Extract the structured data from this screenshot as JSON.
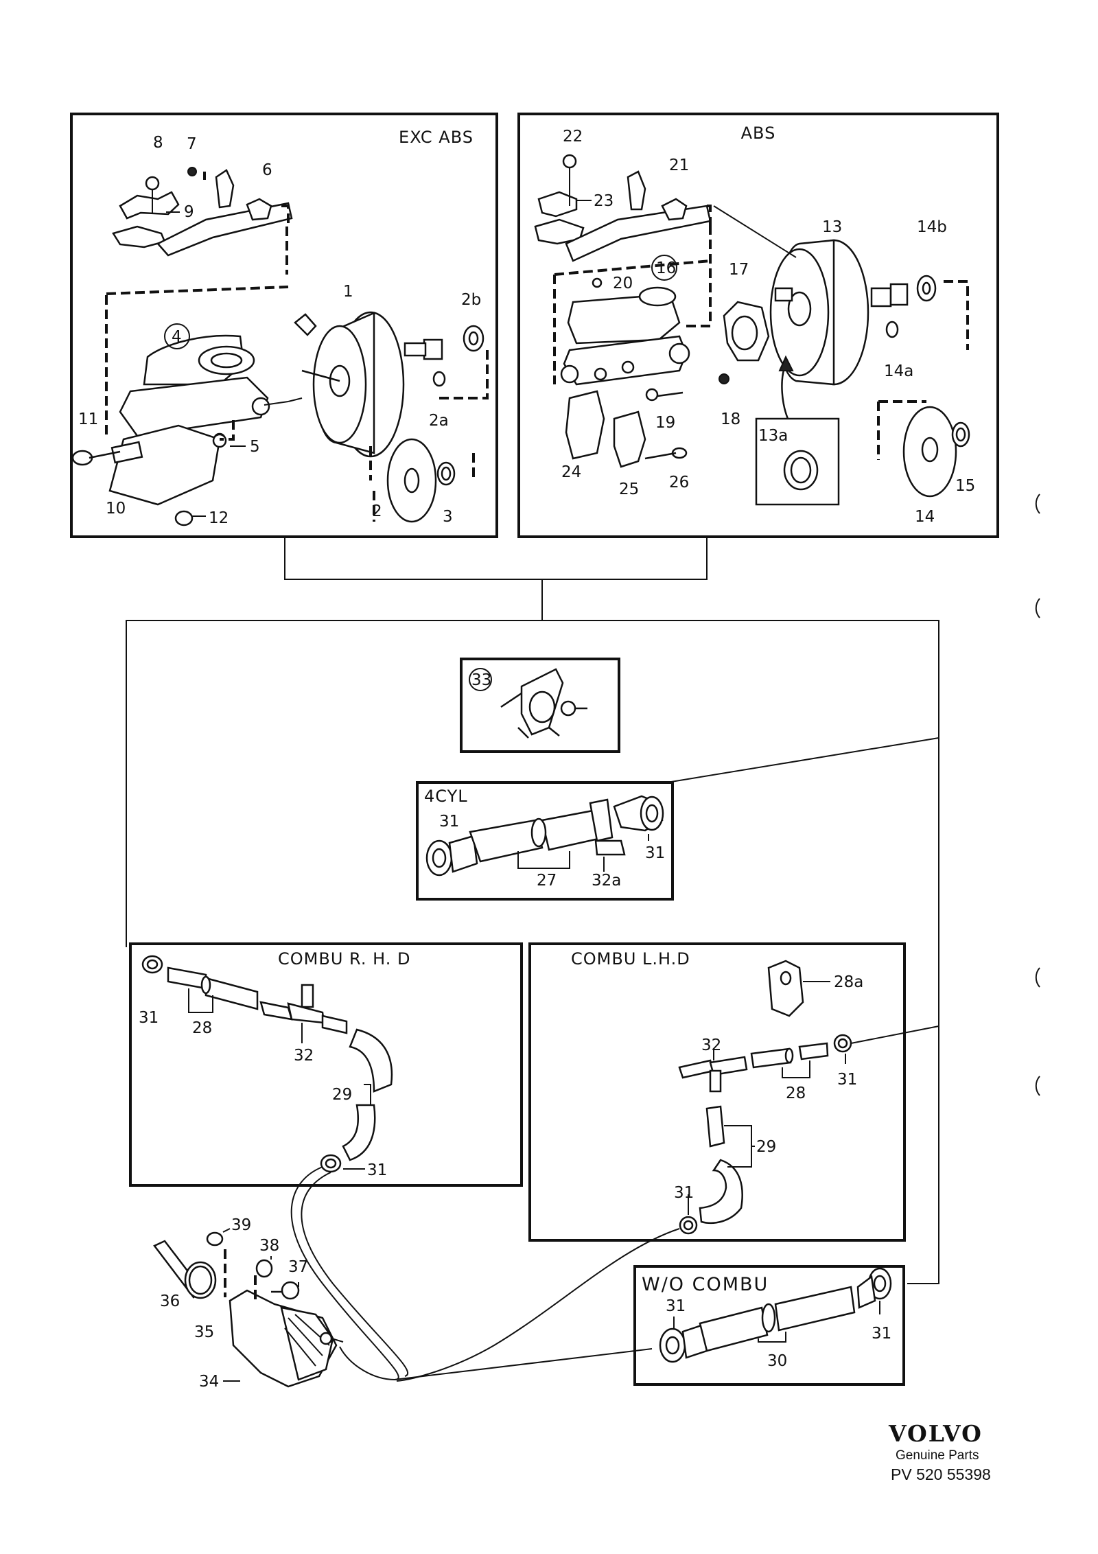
{
  "panels": {
    "exc_abs": "EXC ABS",
    "abs": "ABS",
    "four_cyl": "4CYL",
    "combu_rhd": "COMBU  R. H. D",
    "combu_lhd": "COMBU  L.H.D",
    "wo_combu": "W/O COMBU"
  },
  "labels": {
    "exc_abs": [
      "8",
      "7",
      "6",
      "9",
      "1",
      "2b",
      "4",
      "2a",
      "11",
      "5",
      "10",
      "12",
      "2",
      "3"
    ],
    "abs": [
      "22",
      "21",
      "23",
      "13",
      "14b",
      "16",
      "20",
      "17",
      "14a",
      "19",
      "18",
      "24",
      "25",
      "26",
      "13a",
      "15",
      "14"
    ],
    "part33": "33",
    "four_cyl": [
      "31",
      "27",
      "32a",
      "31"
    ],
    "rhd": [
      "31",
      "28",
      "32",
      "29",
      "31"
    ],
    "lhd": [
      "28a",
      "32",
      "31",
      "28",
      "29",
      "31"
    ],
    "pump": [
      "39",
      "38",
      "37",
      "36",
      "35",
      "34"
    ],
    "wo_combu": [
      "31",
      "31",
      "30"
    ]
  },
  "brand": {
    "logo": "VOLVO",
    "subtitle": "Genuine Parts",
    "part_number": "PV 520 55398"
  }
}
